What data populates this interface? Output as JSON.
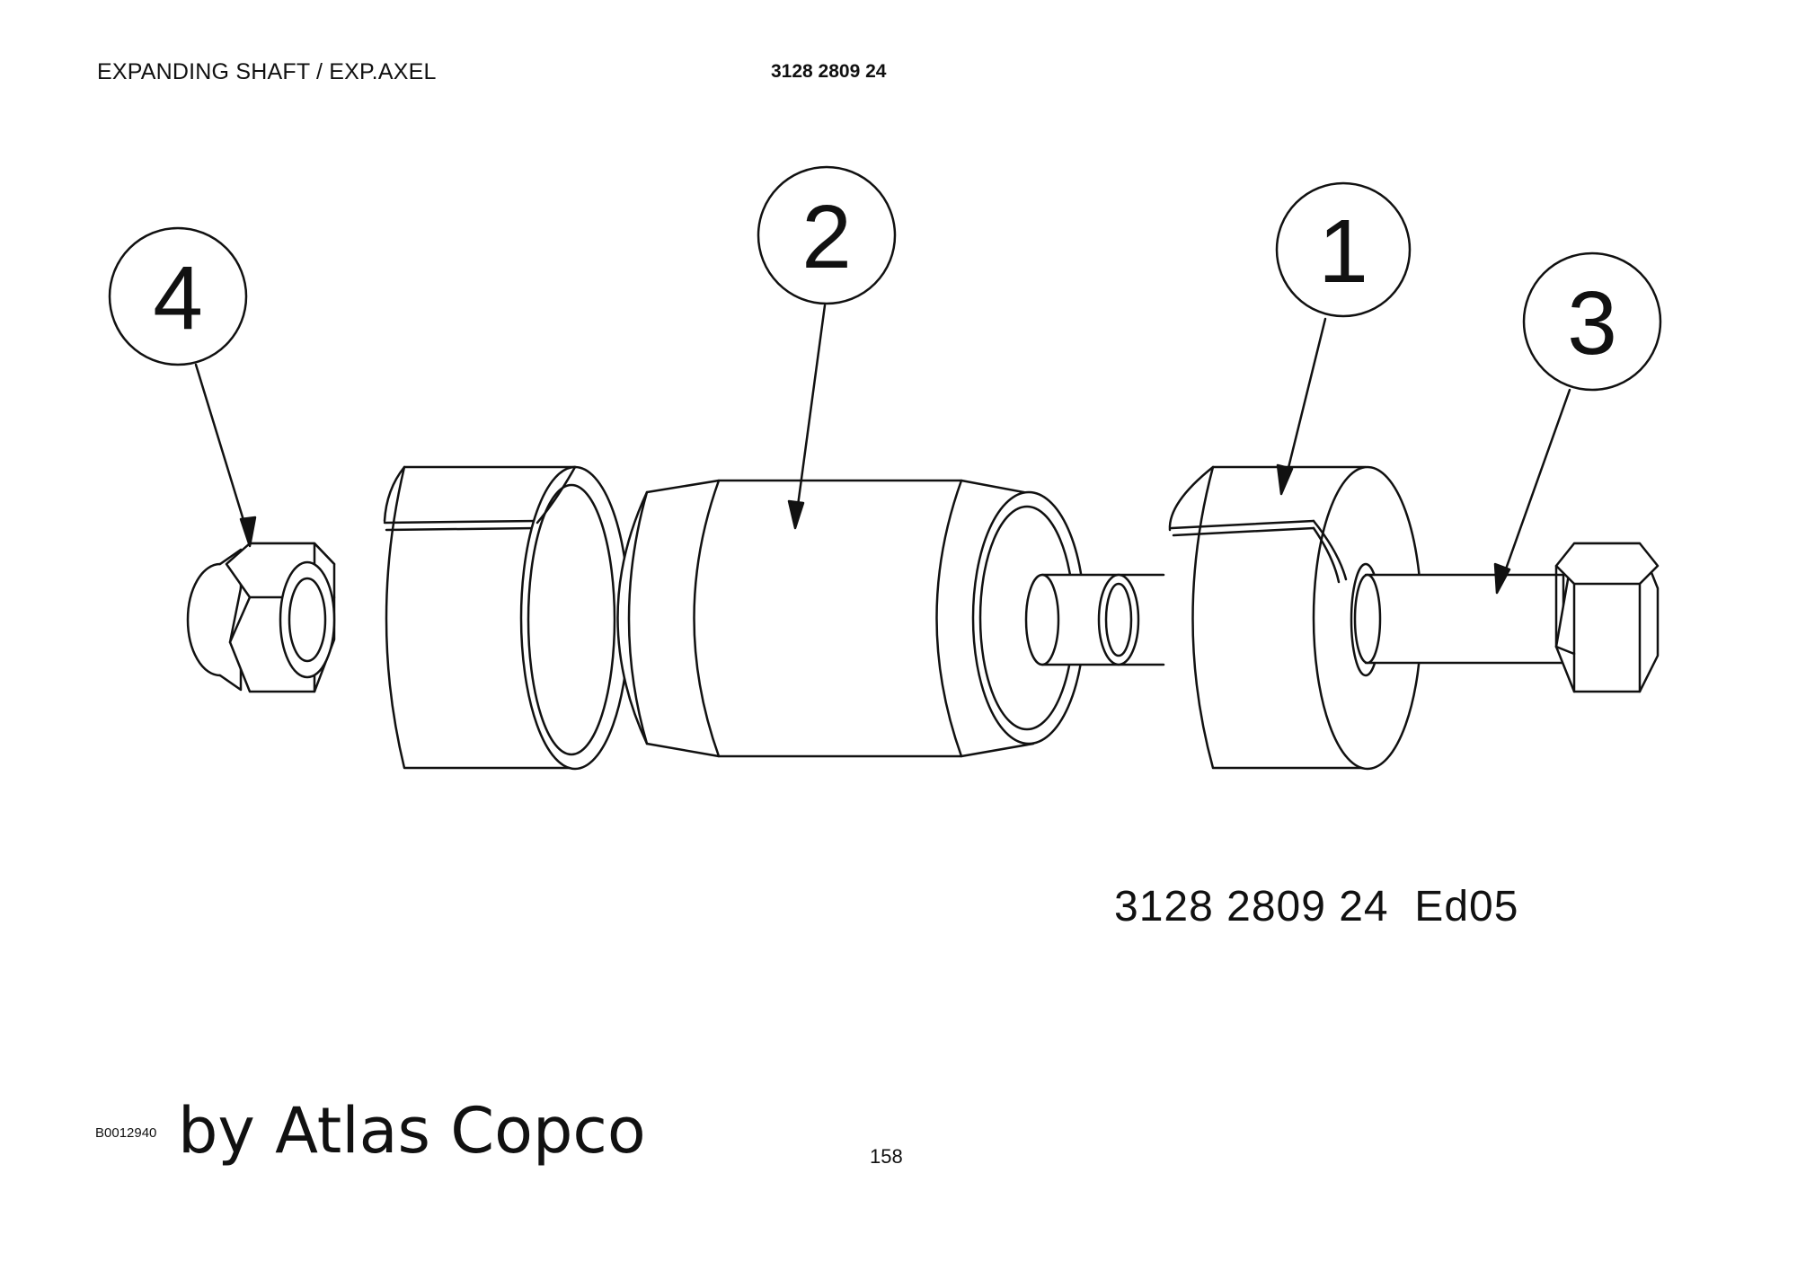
{
  "header": {
    "title": "EXPANDING SHAFT / EXP.AXEL",
    "part_number": "3128 2809 24"
  },
  "diagram": {
    "balloons": [
      {
        "label": "4",
        "part": "nut"
      },
      {
        "label": "2",
        "part": "center-cone-sleeve"
      },
      {
        "label": "1",
        "part": "split-expanding-ring"
      },
      {
        "label": "3",
        "part": "hex-bolt"
      }
    ],
    "drawing_code": "3128 2809 24  Ed05"
  },
  "footer": {
    "image_id": "B0012940",
    "brand": "by Atlas Copco",
    "page_number": "158"
  }
}
